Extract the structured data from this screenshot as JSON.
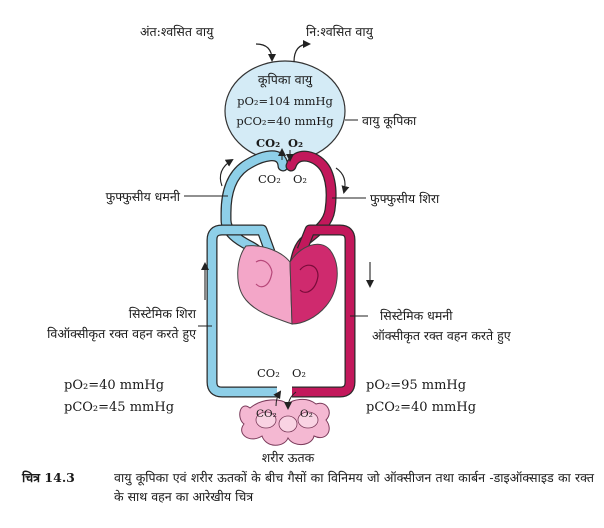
{
  "labels": {
    "inhaled_air": "अंत:श्वसित वायु",
    "exhaled_air": "नि:श्वसित वायु",
    "alveolar_air": "कूपिका वायु",
    "alveolus": "वायु कूपिका",
    "pulmonary_artery": "फुफ्फुसीय धमनी",
    "pulmonary_vein": "फुफ्फुसीय शिरा",
    "systemic_vein": "सिस्टेमिक शिरा",
    "systemic_vein_desc": "विऑक्सीकृत रक्त वहन करते हुए",
    "systemic_artery": "सिस्टेमिक धमनी",
    "systemic_artery_desc": "ऑक्सीकृत रक्त वहन करते हुए",
    "body_tissue": "शरीर ऊतक"
  },
  "alveolus_values": {
    "po2": "pO₂=104 mmHg",
    "pco2": "pCO₂=40 mmHg"
  },
  "gas_labels": {
    "co2_alv_top": "CO₂",
    "o2_alv_top": "O₂",
    "co2_alv_bottom": "CO₂",
    "o2_alv_bottom": "O₂",
    "co2_tissue_top": "CO₂",
    "o2_tissue_top": "O₂",
    "co2_tissue_in": "CO₂",
    "o2_tissue_in": "O₂"
  },
  "tissue_values": {
    "left_po2": "pO₂=40 mmHg",
    "left_pco2": "pCO₂=45 mmHg",
    "right_po2": "pO₂=95 mmHg",
    "right_pco2": "pCO₂=40 mmHg"
  },
  "caption": {
    "number": "चित्र 14.3",
    "text": "वायु कूपिका एवं शरीर ऊतकों के बीच गैसों का विनिमय जो ऑक्सीजन तथा कार्बन -डाइऑक्साइड का रक्त के साथ वहन का आरेखीय चित्र"
  },
  "colors": {
    "deoxygenated_vessel": "#8ecfe8",
    "oxygenated_vessel": "#c2185b",
    "alveolus_fill": "#d4ebf6",
    "heart_right": "#f3a6c8",
    "heart_left": "#cf2a6e",
    "tissue_fill": "#f4b8d2",
    "outline": "#2a2a2a"
  }
}
